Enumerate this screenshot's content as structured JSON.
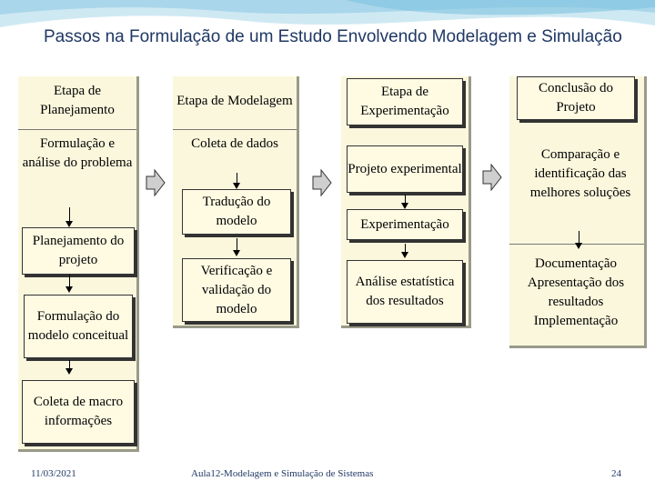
{
  "title": "Passos na Formulação de um Estudo Envolvendo Modelagem e Simulação",
  "columns": [
    {
      "header": "Etapa de Planejamento",
      "boxes": [
        "Formulação e análise do problema",
        "Planejamento do projeto",
        "Formulação do modelo conceitual",
        "Coleta de macro informações"
      ]
    },
    {
      "header": "Etapa de Modelagem",
      "boxes": [
        "Coleta de dados",
        "Tradução do modelo",
        "Verificação e validação do modelo"
      ]
    },
    {
      "header": "Etapa de Experimentação",
      "boxes": [
        "Projeto experimental",
        "Experimentação",
        "Análise estatística dos resultados"
      ]
    },
    {
      "header": "Conclusão do Projeto",
      "boxes": [
        "Comparação e identificação das melhores soluções",
        "Documentação Apresentação dos resultados Implementação"
      ]
    }
  ],
  "footer": {
    "date": "11/03/2021",
    "center": "Aula12-Modelagem e Simulação de Sistemas",
    "page": "24"
  },
  "colors": {
    "title": "#1f3864",
    "column_bg": "#fbf7dd",
    "box_bg": "#fffbe3"
  }
}
